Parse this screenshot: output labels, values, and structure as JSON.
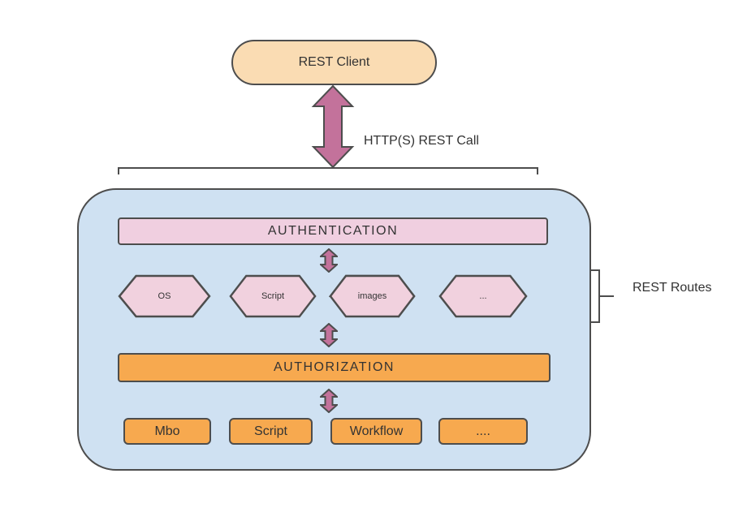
{
  "diagram": {
    "client": {
      "label": "REST Client"
    },
    "http_call_label": "HTTP(S) REST Call",
    "rest_routes_label": "REST Routes",
    "authentication": {
      "label": "AUTHENTICATION"
    },
    "authorization": {
      "label": "AUTHORIZATION"
    },
    "routes": [
      {
        "label": "OS"
      },
      {
        "label": "Script"
      },
      {
        "label": "images"
      },
      {
        "label": "..."
      }
    ],
    "handlers": [
      {
        "label": "Mbo"
      },
      {
        "label": "Script"
      },
      {
        "label": "Workflow"
      },
      {
        "label": "...."
      }
    ]
  },
  "icons": {
    "client_arrow": "double-headed-arrow",
    "section_arrow": "double-headed-arrow",
    "routes_brace": "brace-right"
  },
  "colors": {
    "client_fill": "#FADCB3",
    "arrow_fill": "#C3729B",
    "container_fill": "#CFE1F2",
    "auth_fill": "#F0CFE0",
    "route_fill": "#F1D1DE",
    "authz_fill": "#F7A94F",
    "outline": "#4D4D4D",
    "text": "#333333"
  }
}
